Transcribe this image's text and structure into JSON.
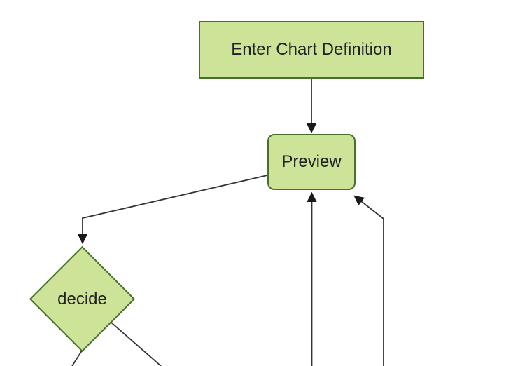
{
  "diagram": {
    "type": "flowchart",
    "direction": "top-down",
    "theme": {
      "background": "#ffffff",
      "node_fill": "#cde498",
      "node_border": "#46702d",
      "edge_color": "#333333",
      "arrow_color": "#1a1a1a",
      "text_color": "#222222"
    },
    "nodes": [
      {
        "id": "enter-chart-definition",
        "label": "Enter Chart Definition",
        "shape": "rectangle"
      },
      {
        "id": "preview",
        "label": "Preview",
        "shape": "rounded-rectangle"
      },
      {
        "id": "decide",
        "label": "decide",
        "shape": "diamond"
      }
    ],
    "edges": [
      {
        "from": "enter-chart-definition",
        "to": "preview",
        "arrow": true
      },
      {
        "from": "preview",
        "to": "decide",
        "arrow": true
      },
      {
        "from": "offscreen-bottom",
        "to": "preview",
        "arrow": true
      },
      {
        "from": "offscreen-bottom-right",
        "to": "preview",
        "arrow": true
      },
      {
        "from": "decide",
        "to": "offscreen-bottom-right",
        "arrow": false
      },
      {
        "from": "decide",
        "to": "offscreen-bottom",
        "arrow": false
      }
    ]
  }
}
